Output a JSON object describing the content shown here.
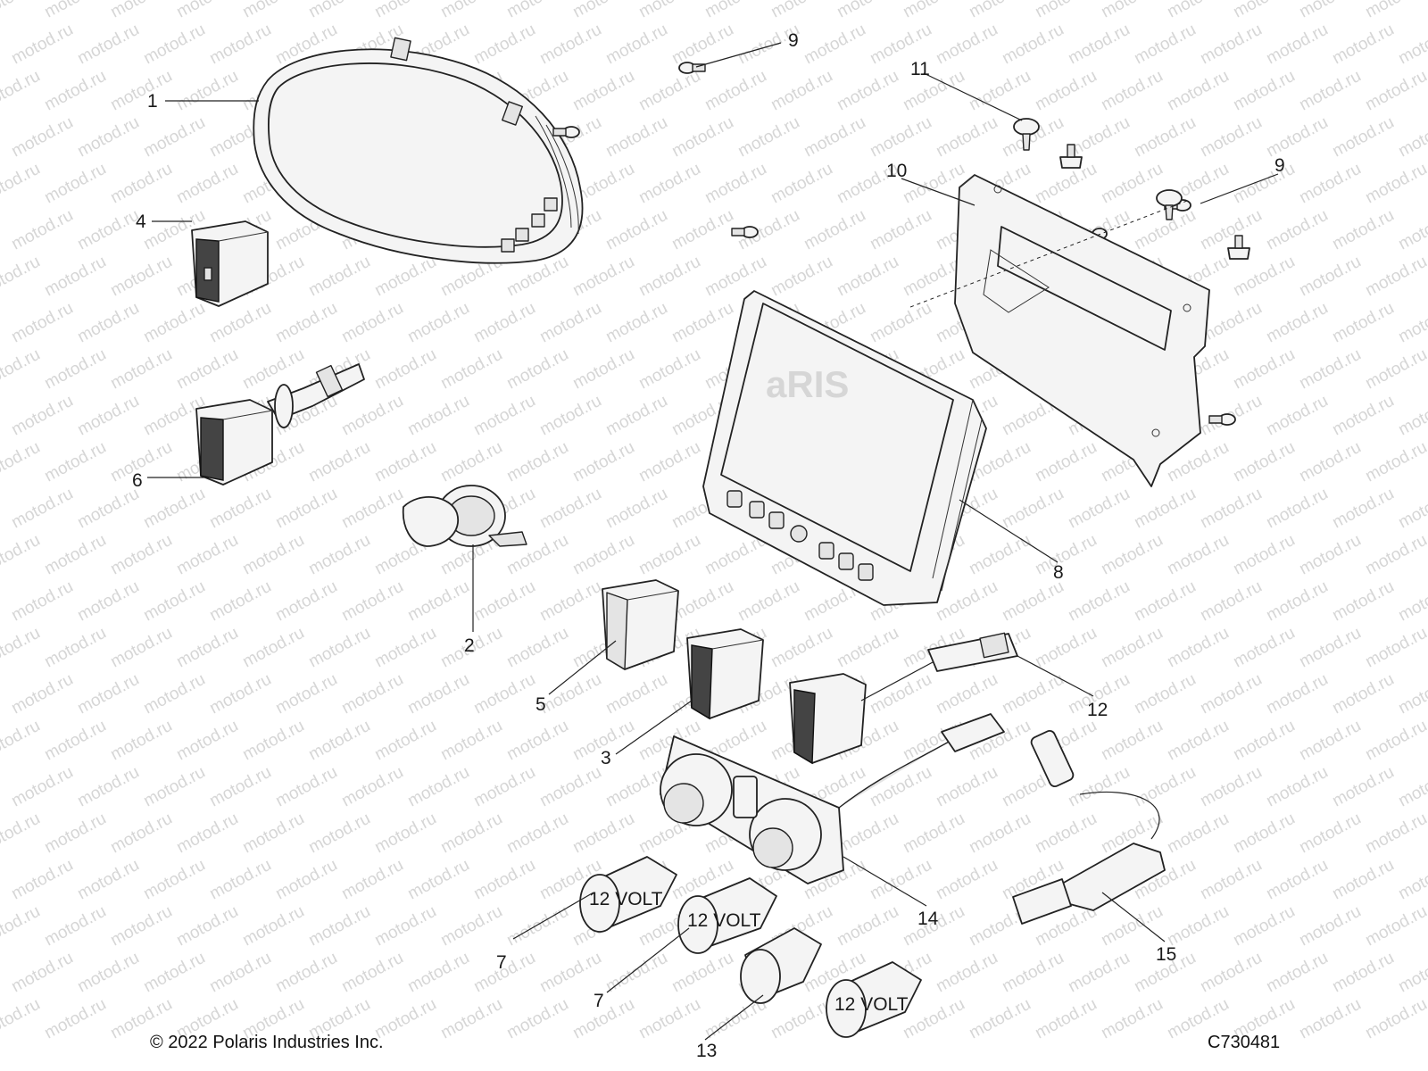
{
  "watermark": "motod.ru",
  "logo_ghost": "aRIS",
  "copyright": "© 2022 Polaris Industries Inc.",
  "figure_code": "C730481",
  "callouts": [
    {
      "id": "c1",
      "text": "1"
    },
    {
      "id": "c2",
      "text": "2"
    },
    {
      "id": "c3",
      "text": "3"
    },
    {
      "id": "c4",
      "text": "4"
    },
    {
      "id": "c5",
      "text": "5"
    },
    {
      "id": "c6",
      "text": "6"
    },
    {
      "id": "c7a",
      "text": "7"
    },
    {
      "id": "c7b",
      "text": "7"
    },
    {
      "id": "c8",
      "text": "8"
    },
    {
      "id": "c9a",
      "text": "9"
    },
    {
      "id": "c9b",
      "text": "9"
    },
    {
      "id": "c10",
      "text": "10"
    },
    {
      "id": "c11",
      "text": "11"
    },
    {
      "id": "c12",
      "text": "12"
    },
    {
      "id": "c13",
      "text": "13"
    },
    {
      "id": "c14",
      "text": "14"
    },
    {
      "id": "c15",
      "text": "15"
    }
  ],
  "outlet_label": "12 VOLT"
}
